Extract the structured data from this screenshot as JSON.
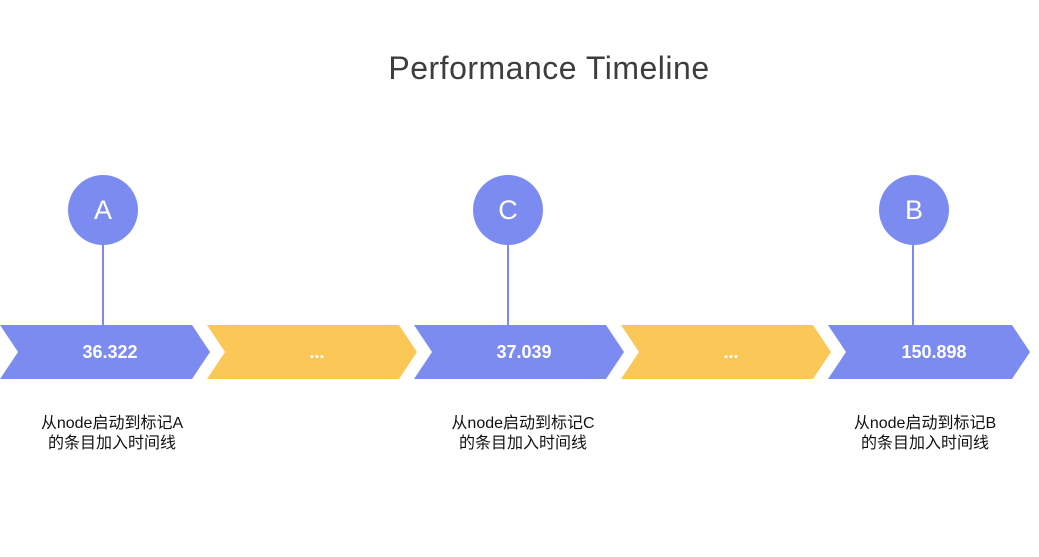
{
  "title": "Performance Timeline",
  "colors": {
    "marker_blue": "#7C8BF0",
    "gap_yellow": "#FBC858",
    "title_text": "#3D3D3D",
    "label_text": "#111111",
    "segment_text": "#FFFFFF"
  },
  "markers": [
    {
      "letter": "A",
      "value": "36.322",
      "label_line1": "从node启动到标记A",
      "label_line2": "的条目加入时间线"
    },
    {
      "letter": "C",
      "value": "37.039",
      "label_line1": "从node启动到标记C",
      "label_line2": "的条目加入时间线"
    },
    {
      "letter": "B",
      "value": "150.898",
      "label_line1": "从node启动到标记B",
      "label_line2": "的条目加入时间线"
    }
  ],
  "timeline": {
    "segments": [
      {
        "kind": "measure",
        "text": "36.322"
      },
      {
        "kind": "ellipsis",
        "text": "..."
      },
      {
        "kind": "measure",
        "text": "37.039"
      },
      {
        "kind": "ellipsis",
        "text": "..."
      },
      {
        "kind": "measure",
        "text": "150.898"
      }
    ]
  }
}
